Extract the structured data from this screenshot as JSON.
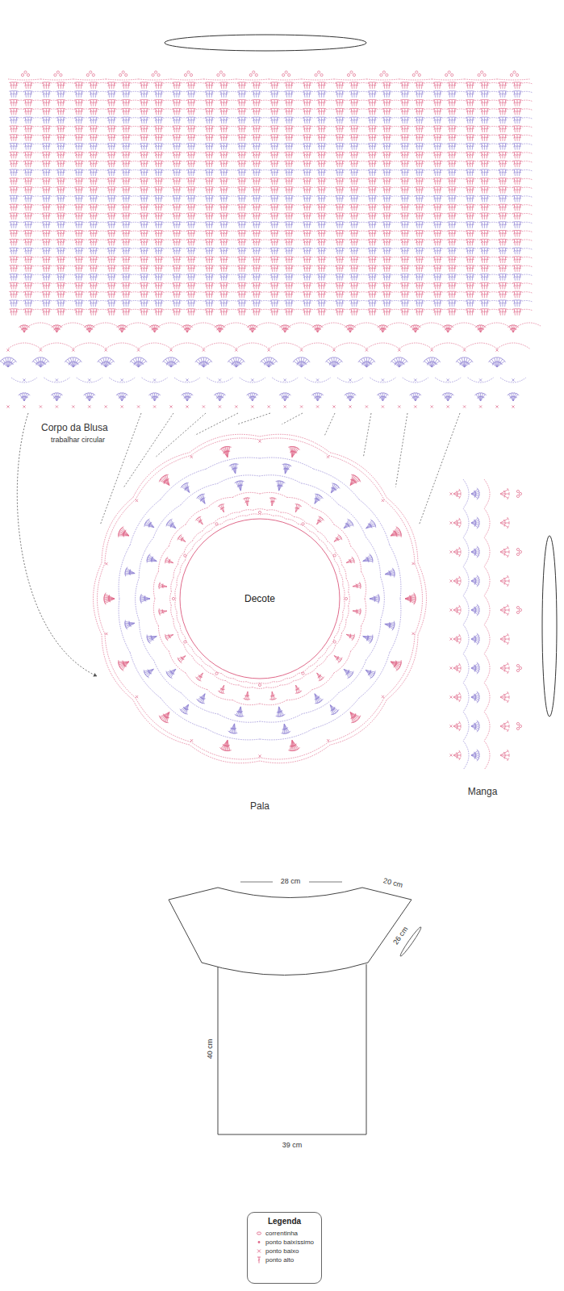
{
  "diagram": {
    "nodes": [
      {
        "text": [
          "Decote"
        ]
      },
      {
        "text": [
          "Legenda"
        ]
      }
    ],
    "labels": [
      "Corpo da Blusa",
      "trabalhar circular",
      "Pala",
      "Manga",
      "28 cm",
      "20 cm",
      "26 cm",
      "40 cm",
      "39 cm"
    ],
    "legend": [
      {
        "text": "correntinha"
      },
      {
        "text": "ponto baixíssimo"
      },
      {
        "text": "ponto baixo"
      },
      {
        "text": "ponto alto"
      }
    ]
  }
}
